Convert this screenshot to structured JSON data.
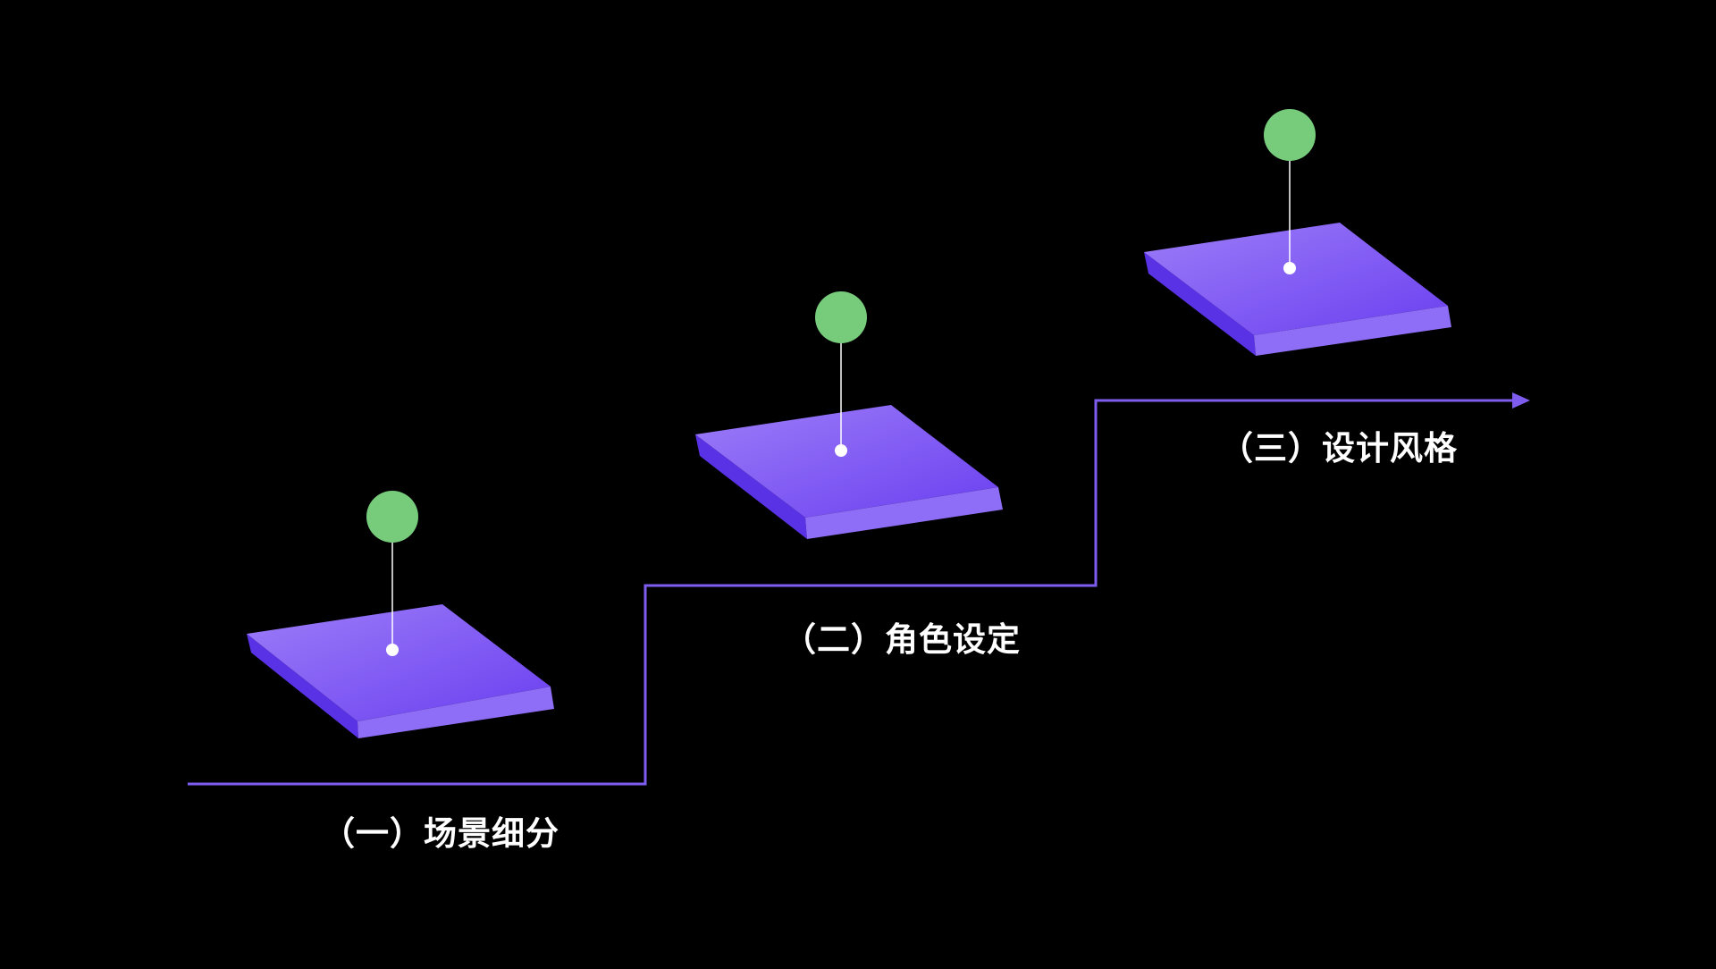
{
  "steps": [
    {
      "label": "（一）场景细分"
    },
    {
      "label": "（二）角色设定"
    },
    {
      "label": "（三）设计风格"
    }
  ],
  "colors": {
    "background": "#000000",
    "platform_top_light": "#9d7df8",
    "platform_top_dark": "#6a3ff0",
    "platform_side_front": "#8f6ef7",
    "platform_side_left": "#5a32e6",
    "pin_head": "#77cc7c",
    "pin_line": "#ffffff",
    "stair_line": "#7e5cf0"
  },
  "icons": {
    "pin": "map-pin-icon",
    "arrow": "arrow-right-icon"
  }
}
